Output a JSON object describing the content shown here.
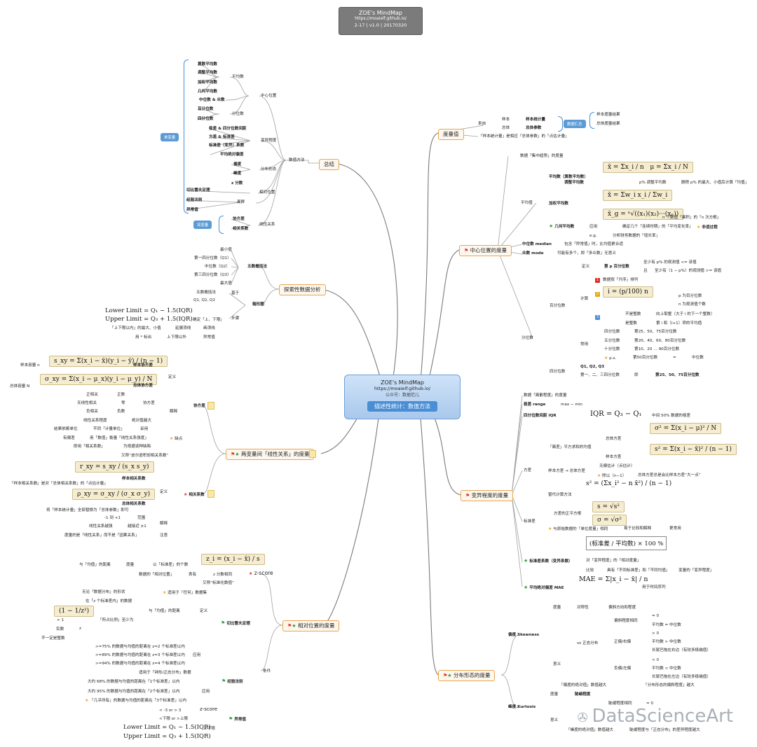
{
  "header": {
    "title": "ZOE's MindMap",
    "url": "https://moaielf.github.io/",
    "version": "2-17 | v1.0 | 20170320"
  },
  "central": {
    "title": "ZOE's MindMap",
    "url": "https://moaielf.github.io/",
    "sub": "公众号：数据范儿",
    "topic": "描述性统计：数值方法"
  },
  "watermark": "DataScienceArt",
  "summary": {
    "label": "总结",
    "method": "数值方法",
    "pill_single": "单变量",
    "pill_two": "双变量",
    "center": "中心位置",
    "mean": "平均数",
    "mean_items": [
      "算数平均数",
      "调整平均数",
      "加权平均数",
      "几何平均数"
    ],
    "median_mode": "中位数 & 众数",
    "quantile": "分位数",
    "quantile_items": [
      "百分位数",
      "四分位数"
    ],
    "variability": "变异程度",
    "var_items": [
      "极差 & 四分位数间距",
      "方差 & 标准差",
      "标准差（变异）系数",
      "平均绝对偏差"
    ],
    "shape": "分布形态",
    "shape_items": [
      "偏度",
      "峰度"
    ],
    "relative": "相对位置",
    "relative_items": [
      "z 分数",
      "切比雪夫定理",
      "经验法则",
      "异常值"
    ],
    "linear": "线性关系",
    "linear_items": [
      "协方差",
      "相关系数"
    ],
    "outlier": "离群"
  },
  "eda": {
    "label": "探索性数据分析",
    "five": "五数概括法",
    "five_items": [
      "最小值",
      "第一四分位数（Q1）",
      "中位数（Q2）",
      "第三四分位数（Q3）",
      "最大值"
    ],
    "box": "箱形图",
    "basis": "基于",
    "basis_l1": "五数概括法",
    "basis_l2": "Q1, Q2, Q2",
    "steps": "步骤",
    "lower": "Lower Limit = Q₁ − 1.5(IQR)",
    "upper": "Upper Limit = Q₃ + 1.5(IQR)",
    "limit_note": "确定「上、下限」",
    "whisker_note": "「上下限以内」的最大、小值",
    "whisker_act": "延展须线",
    "whisker_res": "画须线",
    "mark_note": "用 * 标出",
    "mark_where": "上下限以外",
    "mark_res": "异常值"
  },
  "linear_rel": {
    "label": "两变量间「线性关系」的度量",
    "cov": "协方差",
    "define": "定义",
    "sample_n": "样本容量 n",
    "total_n": "总体容量 N",
    "sample_cov": "样本协方差",
    "total_cov": "总体协方差",
    "sample_cov_f": "s_xy = Σ(x_i − x̄)(y_i − ȳ) / (n − 1)",
    "total_cov_f": "σ_xy = Σ(x_i − μ_x)(y_i − μ_y) / N",
    "interp": "解释",
    "pos": "正相关",
    "pos_sign": "正数",
    "none": "无线性相关",
    "zero": "零",
    "neg": "负相关",
    "neg_sign": "负数",
    "cov_sign": "协方差",
    "strength": "线性关系程度",
    "abs": "绝对值越大",
    "flaw": "缺点",
    "flaw1_a": "结果依赖单位",
    "flaw1_b": "不同「计量单位」",
    "flaw1_c": "采用",
    "flaw2_a": "有偏差",
    "flaw2_b": "用「数值」衡量「线性关系强度」",
    "flaw3_a": "即用「相关系数」",
    "flaw3_b": "为规避该种缺陷",
    "corr_note": "又称“皮尔逊积矩相关系数”",
    "corr": "相关系数",
    "sample_corr_f": "r_xy = s_xy / (s_x s_y)",
    "sample_corr": "样本相关系数",
    "sample_corr_note": "「样本相关系数」是对「总体相关系数」的「点估计量」",
    "total_corr_f": "ρ_xy = σ_xy / (σ_x σ_y)",
    "total_corr": "总体相关系数",
    "total_corr_note": "将「样本统计量」全部替换为「总体参数」即可",
    "range_a": "-1 到 +1",
    "range_b": "范围",
    "strong_a": "线性关系越强",
    "strong_b": "越接近 ±1",
    "caution_a": "度量的是「线性关系」而不是「因果关系」",
    "caution_b": "注意"
  },
  "relpos": {
    "label": "相对位置的度量",
    "z": "z-score",
    "z_f": "z_i = (x_i − x̄) / s",
    "z_a1": "与「均值」的距离",
    "z_a2": "度量",
    "z_a3": "以「标准差」的个数",
    "z_b1": "数据的「相对位置」",
    "z_b2": "表有",
    "z_b3": "z 分数相同",
    "z_c": "又称“标准化数值”",
    "cheb": "切比雪夫定理",
    "cheb_any": "无论「数据分布」的形状",
    "cheb_any_b": "适用于「任何」数据集",
    "cheb_def_a": "在「z 个标准差内」的数据",
    "cheb_def_b": "与「均值」的距离",
    "cheb_def_c": "定义",
    "cheb_f": "(1 − 1/z²)",
    "cheb_prop": "「所占比例」至少为",
    "cheb_gt1": "> 1",
    "cheb_z": "z",
    "cheb_real": "实数",
    "cheb_notint": "不一定是整数",
    "cheb_app": "应用",
    "cheb_r1": ">=75% 的数据与均值的距离在 z=2 个标准差以内",
    "cheb_r2": ">=89% 的数据与均值的距离在 z=3 个标准差以内",
    "cheb_r3": ">=94% 的数据与均值的距离在 z=4 个标准差以内",
    "emp": "经验法则",
    "emp_fit": "适用于「钟形/正态分布」数据",
    "emp_app": "应用",
    "emp_r1": "大约 68% 的数据与均值的距离在「1个标准差」以内",
    "emp_r2": "大约 95% 的数据与均值的距离在「2个标准差」以内",
    "emp_r3": "「几乎所有」的数据与均值的距离在「3个标准差」以内",
    "out": "异常值",
    "out_z": "z-score",
    "out_z1": "< -3 or > 3",
    "out_limits_a": "<下限 or >上限",
    "out_limits_b": "上下限",
    "lower": "Lower Limit = Q₁ − 1.5(IQR)",
    "upper": "Upper Limit = Q₃ + 1.5(IQR)",
    "cond": "条件"
  },
  "measure": {
    "label": "度量值",
    "source": "来自",
    "sample": "样本",
    "sample_stat": "样本统计量",
    "pop": "总体",
    "pop_param": "总体参数",
    "pill": "数据汇总",
    "r1": "样本度量结果",
    "r2": "总体度量结果",
    "note": "「样本统计量」是相应「总体参数」的「点估计量」"
  },
  "center": {
    "label": "中心位置的度量",
    "note": "数据「集中趋势」的度量",
    "avg": "平均值",
    "arith": "平均数（算数平均数）",
    "arith_f1": "x̄ = Σx_i / n",
    "arith_f2": "μ = Σx_i / N",
    "trim": "调整平均数",
    "trim_a": "p% 调整平均数",
    "trim_b": "删除 p% 的最大、小值后计算「均值」",
    "weighted": "加权平均数",
    "weighted_f": "x̄ = Σw_i x_i / Σw_i",
    "geo": "几何平均数",
    "geo_f": "x̄_g = ⁿ√((x₁)(x₂)···(xₙ))",
    "geo_a": "n 个数值「乘积」的「n 次方根」",
    "geo_use": "应用",
    "geo_use_a": "确定几个「连续时期」的「平均变化率」",
    "geo_use_b": "非适过程",
    "geo_eg": "e.g.",
    "geo_eg_a": "分析财务数据的「增长率」",
    "median": "中位数 median",
    "median_a": "包含「异常值」时，比均值更合适",
    "mode": "众数 mode",
    "mode_a": "可能有多个，即「多众数」无意义",
    "quant": "分位数",
    "pct": "百分位数",
    "def": "定义",
    "pth": "第 p 百分位数",
    "pth_a": "至少有 p% 的观测值 <= 该值",
    "pth_b": "且",
    "pth_c": "至少有（1 − p%）的观测值 >= 该值",
    "calc": "计算",
    "calc1": "数据按「升序」排列",
    "calc2_f": "i = (p/100) n",
    "calc2_a": "p 为百分位数",
    "calc2_b": "n 为观测值个数",
    "calc3_a": "不是整数",
    "calc3_b": "向上取整（大于 i 的下一个整数）",
    "calc3_c": "是整数",
    "calc3_d": "第 i 和（i+1）项的平均值",
    "common": "常用",
    "c1": "四分位数",
    "c1_a": "第25、50、75百分位数",
    "c2": "五分位数",
    "c2_a": "第20、40、60、80百分位数",
    "c3": "十分位数",
    "c3_a": "第10、20 … 90百分位数",
    "c4": "p.s.",
    "c4_a": "第50百分位数",
    "c4_b": "=",
    "c4_c": "中位数",
    "quart": "四分位数",
    "q123": "Q1, Q2, Q3",
    "q_a": "第一、二、三四分位数",
    "q_b": "即",
    "q_c": "第25、50、75百分位数"
  },
  "var": {
    "label": "变异程度的度量",
    "note": "数据「离散程度」的度量",
    "range": "极差 range",
    "range_a": "max − min",
    "iqr": "四分位数间距 IQR",
    "iqr_f": "IQR = Q₃ − Q₁",
    "iqr_a": "中间 50% 数据的极差",
    "variance": "方差",
    "dev": "「离差」平方求和的均值",
    "pop_var": "总体方差",
    "pop_var_f": "σ² = Σ(x_i − μ)² / N",
    "sam_var": "样本方差",
    "sam_var_f": "s² = Σ(x_i − x̄)² / (n − 1)",
    "est": "样本方差 → 总体方差",
    "unbiased": "无偏估计（点估计）",
    "n1": "除以（n−1）",
    "n1_a": "总体方差总是会比样本方差“大一点”",
    "alt": "替代计算方法",
    "alt_f": "s² = (Σx_i² − n x̄²) / (n − 1)",
    "std": "标准差",
    "sq": "方差的正平方根",
    "std_f1": "s = √s²",
    "std_f2": "σ = √σ²",
    "std_a": "与原始数据的「单位度量」相同",
    "std_b": "易于比较和解释",
    "std_c": "更常用",
    "cv": "标准差系数（变异系数）",
    "cv_f": "(标准差 / 平均数) × 100 %",
    "cv_a": "对「变异程度」的「相对度量」",
    "cv_b": "比较",
    "cv_c": "具有「不同标准差」和「不同均值」",
    "cv_d": "变量的「变异程度」",
    "mae": "平均绝对偏差 MAE",
    "mae_f": "MAE = Σ|x_i − x̄| / n",
    "mae_a": "用于时间序列"
  },
  "shape": {
    "label": "分布形态的度量",
    "skew": "偏度 Skewness",
    "measure": "度量",
    "sym": "对称性",
    "sym_a": "偏斜方向和程度",
    "meaning": "意义",
    "vs": "vs 正态分布",
    "ns": "偏斜程度相同",
    "ns_a": "= 0",
    "ns_b": "平均数 = 中位数",
    "pos": "正偏/右偏",
    "pos_a": "> 0",
    "pos_b": "平均数 > 中位数",
    "pos_c": "长尾巴拖在右边（有较多极端值）",
    "neg": "负偏/左偏",
    "neg_a": "< 0",
    "neg_b": "平均数 < 中位数",
    "neg_c": "长尾巴拖在左边（有较多极端值）",
    "abs": "「偏度的绝对值」数值越大",
    "abs_a": "「分布形态的偏斜程度」越大",
    "kurt": "峰度 Kurtosis",
    "k_measure": "度量",
    "k_steep": "陡峭程度",
    "k_same": "陡缓程度相同",
    "k_same_a": "= 0",
    "k_meaning": "意义",
    "k_abs": "「峰度的绝对值」数值越大",
    "k_abs_a": "陡缓程度与「正态分布」的差异程度越大"
  }
}
